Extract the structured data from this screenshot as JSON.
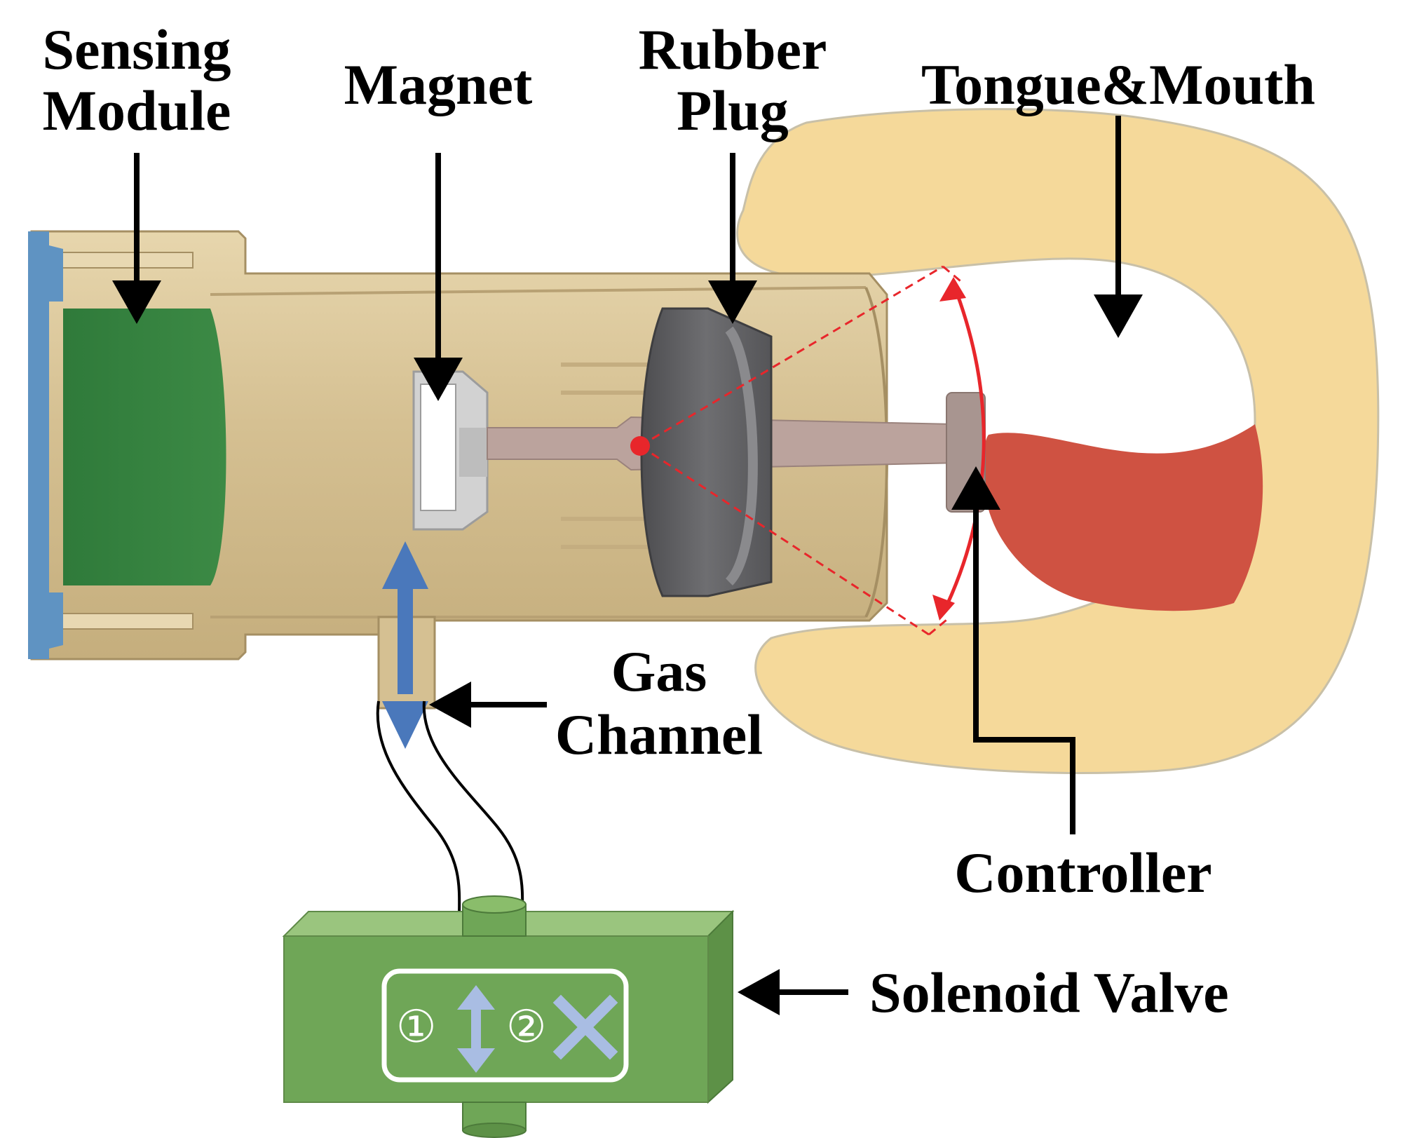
{
  "labels": {
    "sensing_module_line1": "Sensing",
    "sensing_module_line2": "Module",
    "magnet": "Magnet",
    "rubber_plug_line1": "Rubber",
    "rubber_plug_line2": "Plug",
    "tongue_mouth": "Tongue&Mouth",
    "gas_channel_line1": "Gas",
    "gas_channel_line2": "Channel",
    "controller": "Controller",
    "solenoid_valve": "Solenoid Valve"
  },
  "valve_panel": {
    "state_1": "①",
    "state_2": "②",
    "state_1_icon": "double-arrow-icon",
    "state_2_icon": "x-cross-icon"
  },
  "colors": {
    "housing": "#d8c49a",
    "housing_dark": "#b59e6f",
    "sensing_module": "#3e8443",
    "end_cap": "#5f93c2",
    "magnet_holder": "#cfcfcf",
    "rod": "#bba39d",
    "rubber_plug": "#5e5e60",
    "mouth": "#f5d99a",
    "tongue": "#cf5242",
    "gas_arrow": "#4a78bb",
    "valve_green": "#6fa657",
    "rotation_arc": "#e8262b"
  }
}
